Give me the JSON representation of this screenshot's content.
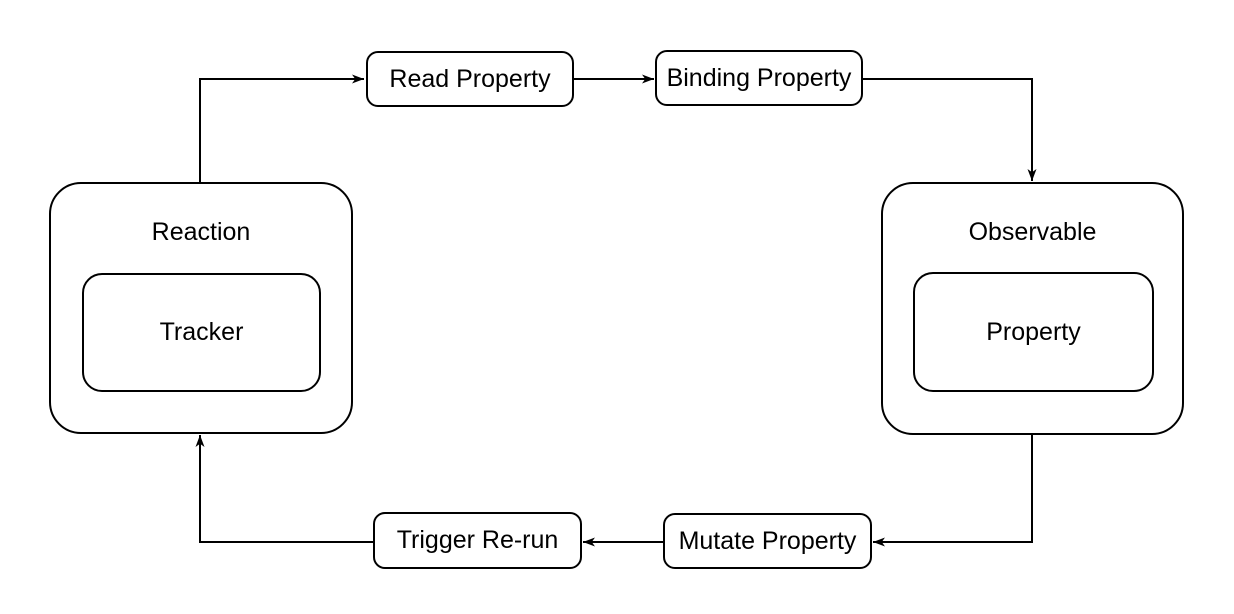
{
  "diagram": {
    "colors": {
      "stroke": "#000000",
      "fill": "#ffffff",
      "background": "#ffffff",
      "text": "#000000"
    },
    "nodes": {
      "reaction": {
        "label": "Reaction",
        "type": "container"
      },
      "tracker": {
        "label": "Tracker",
        "type": "child-of-reaction"
      },
      "observable": {
        "label": "Observable",
        "type": "container"
      },
      "property": {
        "label": "Property",
        "type": "child-of-observable"
      },
      "read_property": {
        "label": "Read Property",
        "type": "step"
      },
      "binding_property": {
        "label": "Binding Property",
        "type": "step"
      },
      "mutate_property": {
        "label": "Mutate Property",
        "type": "step"
      },
      "trigger_rerun": {
        "label": "Trigger Re-run",
        "type": "step"
      }
    },
    "flow": [
      {
        "from": "Reaction",
        "to": "Read Property"
      },
      {
        "from": "Read Property",
        "to": "Binding Property"
      },
      {
        "from": "Binding Property",
        "to": "Observable"
      },
      {
        "from": "Observable",
        "to": "Mutate Property"
      },
      {
        "from": "Mutate Property",
        "to": "Trigger Re-run"
      },
      {
        "from": "Trigger Re-run",
        "to": "Reaction"
      }
    ]
  }
}
